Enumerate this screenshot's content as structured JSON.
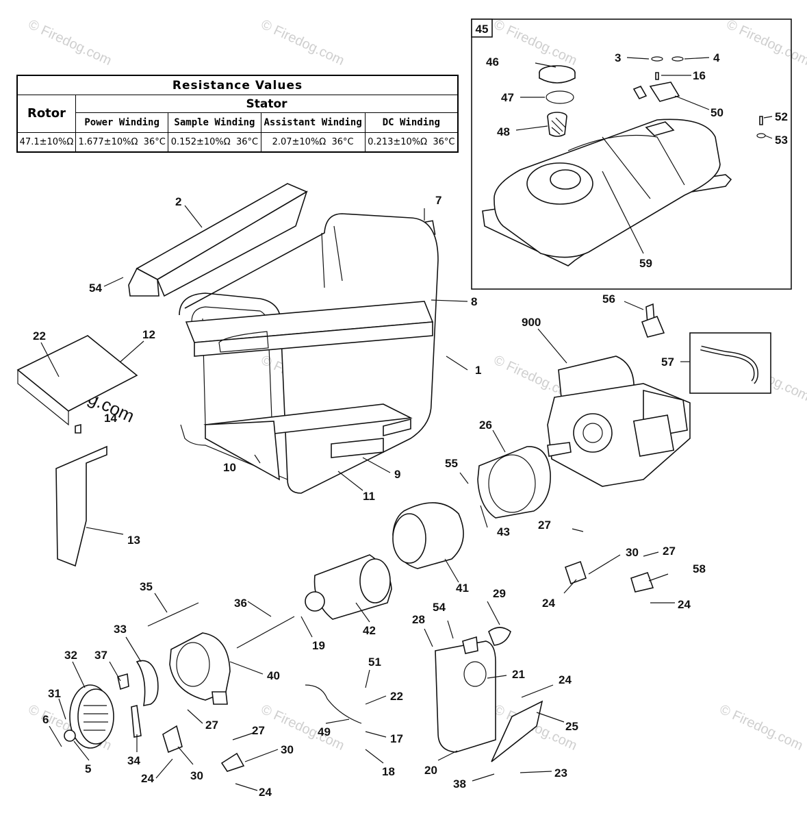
{
  "table": {
    "title": "Resistance  Values",
    "rotor_header": "Rotor",
    "stator_header": "Stator",
    "columns": [
      "Power Winding",
      "Sample Winding",
      "Assistant Winding",
      "DC Winding"
    ],
    "rotor_value": "47.1±10%Ω",
    "values": [
      {
        "value": "1.677±10%Ω",
        "temp": "36°C"
      },
      {
        "value": "0.152±10%Ω",
        "temp": "36°C"
      },
      {
        "value": "2.07±10%Ω",
        "temp": "36°C"
      },
      {
        "value": "0.213±10%Ω",
        "temp": "36°C"
      }
    ]
  },
  "inset_label": "45",
  "watermark": "© Firedog.com",
  "watermark_large": "© Firedog.com",
  "callouts": [
    {
      "id": "c1",
      "text": "1"
    },
    {
      "id": "c2",
      "text": "2"
    },
    {
      "id": "c3",
      "text": "3"
    },
    {
      "id": "c4",
      "text": "4"
    },
    {
      "id": "c5",
      "text": "5"
    },
    {
      "id": "c6",
      "text": "6"
    },
    {
      "id": "c7",
      "text": "7"
    },
    {
      "id": "c8",
      "text": "8"
    },
    {
      "id": "c9",
      "text": "9"
    },
    {
      "id": "c10",
      "text": "10"
    },
    {
      "id": "c11",
      "text": "11"
    },
    {
      "id": "c12",
      "text": "12"
    },
    {
      "id": "c13",
      "text": "13"
    },
    {
      "id": "c14",
      "text": "14"
    },
    {
      "id": "c16",
      "text": "16"
    },
    {
      "id": "c17",
      "text": "17"
    },
    {
      "id": "c18",
      "text": "18"
    },
    {
      "id": "c19",
      "text": "19"
    },
    {
      "id": "c20",
      "text": "20"
    },
    {
      "id": "c21",
      "text": "21"
    },
    {
      "id": "c22a",
      "text": "22"
    },
    {
      "id": "c22b",
      "text": "22"
    },
    {
      "id": "c23",
      "text": "23"
    },
    {
      "id": "c24a",
      "text": "24"
    },
    {
      "id": "c24b",
      "text": "24"
    },
    {
      "id": "c24c",
      "text": "24"
    },
    {
      "id": "c24d",
      "text": "24"
    },
    {
      "id": "c24e",
      "text": "24"
    },
    {
      "id": "c25",
      "text": "25"
    },
    {
      "id": "c26",
      "text": "26"
    },
    {
      "id": "c27a",
      "text": "27"
    },
    {
      "id": "c27b",
      "text": "27"
    },
    {
      "id": "c27c",
      "text": "27"
    },
    {
      "id": "c27d",
      "text": "27"
    },
    {
      "id": "c28",
      "text": "28"
    },
    {
      "id": "c29",
      "text": "29"
    },
    {
      "id": "c30a",
      "text": "30"
    },
    {
      "id": "c30b",
      "text": "30"
    },
    {
      "id": "c30c",
      "text": "30"
    },
    {
      "id": "c31",
      "text": "31"
    },
    {
      "id": "c32",
      "text": "32"
    },
    {
      "id": "c33",
      "text": "33"
    },
    {
      "id": "c34",
      "text": "34"
    },
    {
      "id": "c35",
      "text": "35"
    },
    {
      "id": "c36",
      "text": "36"
    },
    {
      "id": "c37",
      "text": "37"
    },
    {
      "id": "c38",
      "text": "38"
    },
    {
      "id": "c40",
      "text": "40"
    },
    {
      "id": "c41",
      "text": "41"
    },
    {
      "id": "c42",
      "text": "42"
    },
    {
      "id": "c43",
      "text": "43"
    },
    {
      "id": "c46",
      "text": "46"
    },
    {
      "id": "c47",
      "text": "47"
    },
    {
      "id": "c48",
      "text": "48"
    },
    {
      "id": "c49",
      "text": "49"
    },
    {
      "id": "c50",
      "text": "50"
    },
    {
      "id": "c51",
      "text": "51"
    },
    {
      "id": "c52",
      "text": "52"
    },
    {
      "id": "c53",
      "text": "53"
    },
    {
      "id": "c54a",
      "text": "54"
    },
    {
      "id": "c54b",
      "text": "54"
    },
    {
      "id": "c55",
      "text": "55"
    },
    {
      "id": "c56",
      "text": "56"
    },
    {
      "id": "c57",
      "text": "57"
    },
    {
      "id": "c58",
      "text": "58"
    },
    {
      "id": "c59",
      "text": "59"
    },
    {
      "id": "c900",
      "text": "900"
    }
  ]
}
